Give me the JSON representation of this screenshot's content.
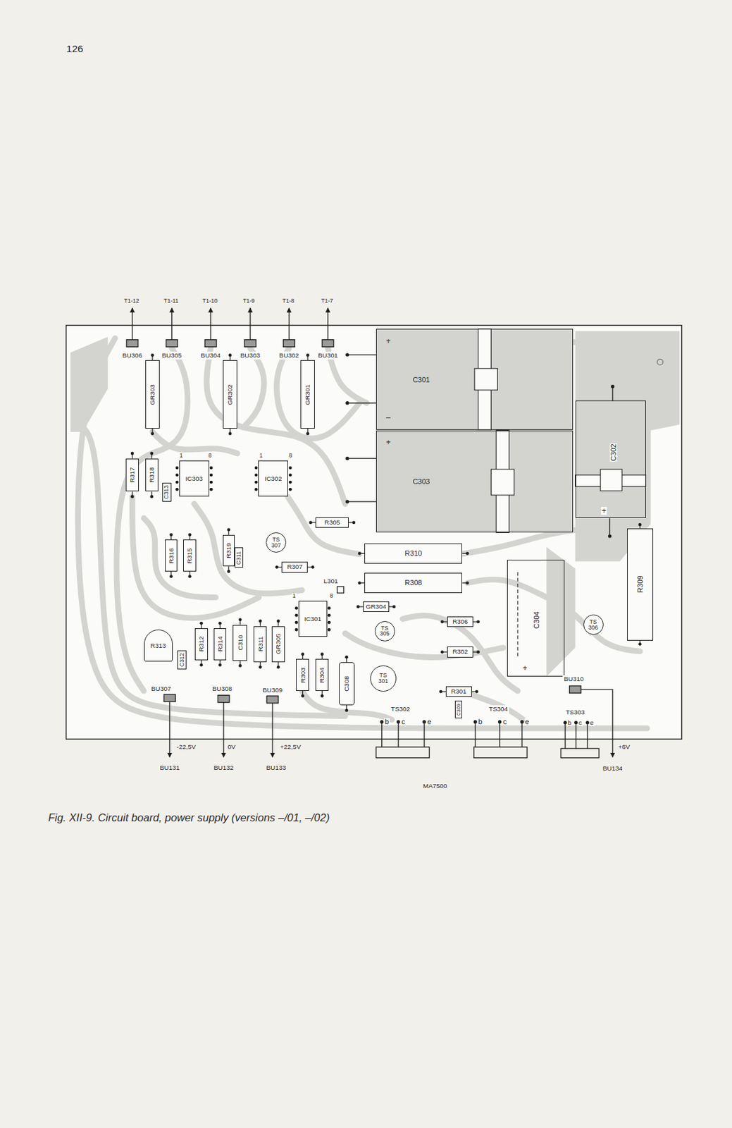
{
  "diagram": {
    "caption": "Fig. XII-9. Circuit board, power supply (versions –/01, –/02)",
    "nodes": [
      {
        "text": [
          "BU306"
        ]
      },
      {
        "text": [
          "BU305"
        ]
      },
      {
        "text": [
          "BU304"
        ]
      },
      {
        "text": [
          "BU303"
        ]
      },
      {
        "text": [
          "BU302"
        ]
      },
      {
        "text": [
          "BU301"
        ]
      },
      {
        "text": [
          "C301"
        ]
      },
      {
        "text": [
          "GR303"
        ]
      },
      {
        "text": [
          "GR302"
        ]
      },
      {
        "text": [
          "GR301"
        ]
      },
      {
        "text": [
          "C302"
        ]
      },
      {
        "text": [
          "C303"
        ]
      },
      {
        "text": [
          "R317"
        ]
      },
      {
        "text": [
          "R318"
        ]
      },
      {
        "text": [
          "C313"
        ]
      },
      {
        "text": [
          "IC303"
        ]
      },
      {
        "text": [
          "IC302"
        ]
      },
      {
        "text": [
          "R305"
        ]
      },
      {
        "text": [
          "TS 307"
        ]
      },
      {
        "text": [
          "R316"
        ]
      },
      {
        "text": [
          "R315"
        ]
      },
      {
        "text": [
          "R319"
        ]
      },
      {
        "text": [
          "C311"
        ]
      },
      {
        "text": [
          "R310"
        ]
      },
      {
        "text": [
          "R307"
        ]
      },
      {
        "text": [
          "R309"
        ]
      },
      {
        "text": [
          "L301"
        ]
      },
      {
        "text": [
          "R308"
        ]
      },
      {
        "text": [
          "IC301"
        ]
      },
      {
        "text": [
          "GR304"
        ]
      },
      {
        "text": [
          "C304"
        ]
      },
      {
        "text": [
          "R306"
        ]
      },
      {
        "text": [
          "TS 306"
        ]
      },
      {
        "text": [
          "TS 305"
        ]
      },
      {
        "text": [
          "R313"
        ]
      },
      {
        "text": [
          "C312"
        ]
      },
      {
        "text": [
          "R312"
        ]
      },
      {
        "text": [
          "R314"
        ]
      },
      {
        "text": [
          "C310"
        ]
      },
      {
        "text": [
          "R311"
        ]
      },
      {
        "text": [
          "GR305"
        ]
      },
      {
        "text": [
          "R302"
        ]
      },
      {
        "text": [
          "R303"
        ]
      },
      {
        "text": [
          "R304"
        ]
      },
      {
        "text": [
          "C308"
        ]
      },
      {
        "text": [
          "TS 301"
        ]
      },
      {
        "text": [
          "R301"
        ]
      },
      {
        "text": [
          "BU310"
        ]
      },
      {
        "text": [
          "BU307"
        ]
      },
      {
        "text": [
          "BU308"
        ]
      },
      {
        "text": [
          "BU309"
        ]
      },
      {
        "text": [
          "C309"
        ]
      },
      {
        "text": [
          "TS302"
        ]
      },
      {
        "text": [
          "TS304"
        ]
      },
      {
        "text": [
          "TS303"
        ]
      }
    ],
    "labels": [
      "126",
      "T1-12",
      "T1-11",
      "T1-10",
      "T1-9",
      "T1-8",
      "T1-7",
      "+",
      "–",
      "+",
      "+",
      "1",
      "8",
      "1",
      "8",
      "1",
      "8",
      "+",
      "b",
      "c",
      "e",
      "b",
      "c",
      "e",
      "b",
      "c",
      "e",
      "-22,5V",
      "0V",
      "+22,5V",
      "+6V",
      "BU131",
      "BU132",
      "BU133",
      "BU134",
      "MA7500"
    ]
  }
}
